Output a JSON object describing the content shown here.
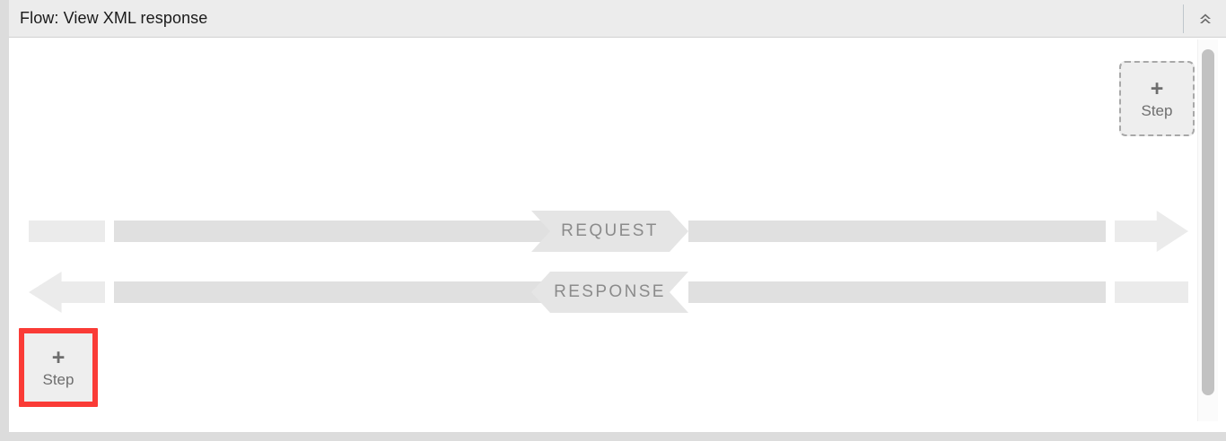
{
  "header": {
    "title": "Flow: View XML response",
    "collapse_icon": "double-chevron-up-icon"
  },
  "canvas": {
    "add_step_top_right": {
      "plus": "+",
      "label": "Step",
      "style": "dashed",
      "highlighted": false
    },
    "add_step_bottom_left": {
      "plus": "+",
      "label": "Step",
      "style": "solid",
      "highlighted": true,
      "highlight_color": "#fa3b36"
    },
    "rows": [
      {
        "name": "request",
        "label": "REQUEST",
        "direction": "right"
      },
      {
        "name": "response",
        "label": "RESPONSE",
        "direction": "left"
      }
    ]
  },
  "scrollbar": {
    "orientation": "vertical",
    "thumb_color": "#c2c2c2"
  },
  "colors": {
    "header_bg": "#ececec",
    "track_light": "#ebebeb",
    "track_dark": "#e0e0e0",
    "banner_bg": "#e5e5e5",
    "banner_text": "#8b8b8b",
    "accent_red": "#fa3b36"
  }
}
